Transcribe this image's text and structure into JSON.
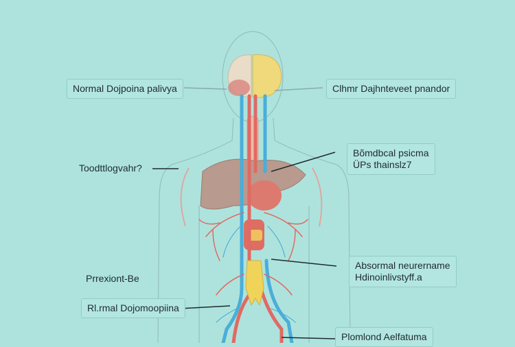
{
  "labels": {
    "top_left": "Normal Dojpoina palivya",
    "top_right": "Clhmr Dajhnteveet pnandor",
    "mid_left": "Toodttlogvahr?",
    "mid_right_line1": "Bõmdbcal psicma",
    "mid_right_line2": "ÜPs thainslz7",
    "lower_left_plain": "Prrexiont-Be",
    "lower_right_line1": "Absormal neurername",
    "lower_right_line2": "Hdinoinlivstyff.a",
    "bottom_left": "Rl.rmal Dojomoopiina",
    "bottom_right": "Plomlond Aelfatuma"
  },
  "colors": {
    "background": "#aee3dd",
    "artery": "#e06a64",
    "vein": "#4aaed8",
    "liver": "#b89a8e",
    "brain_left": "#e9dcc9",
    "brain_right": "#efd97a"
  }
}
